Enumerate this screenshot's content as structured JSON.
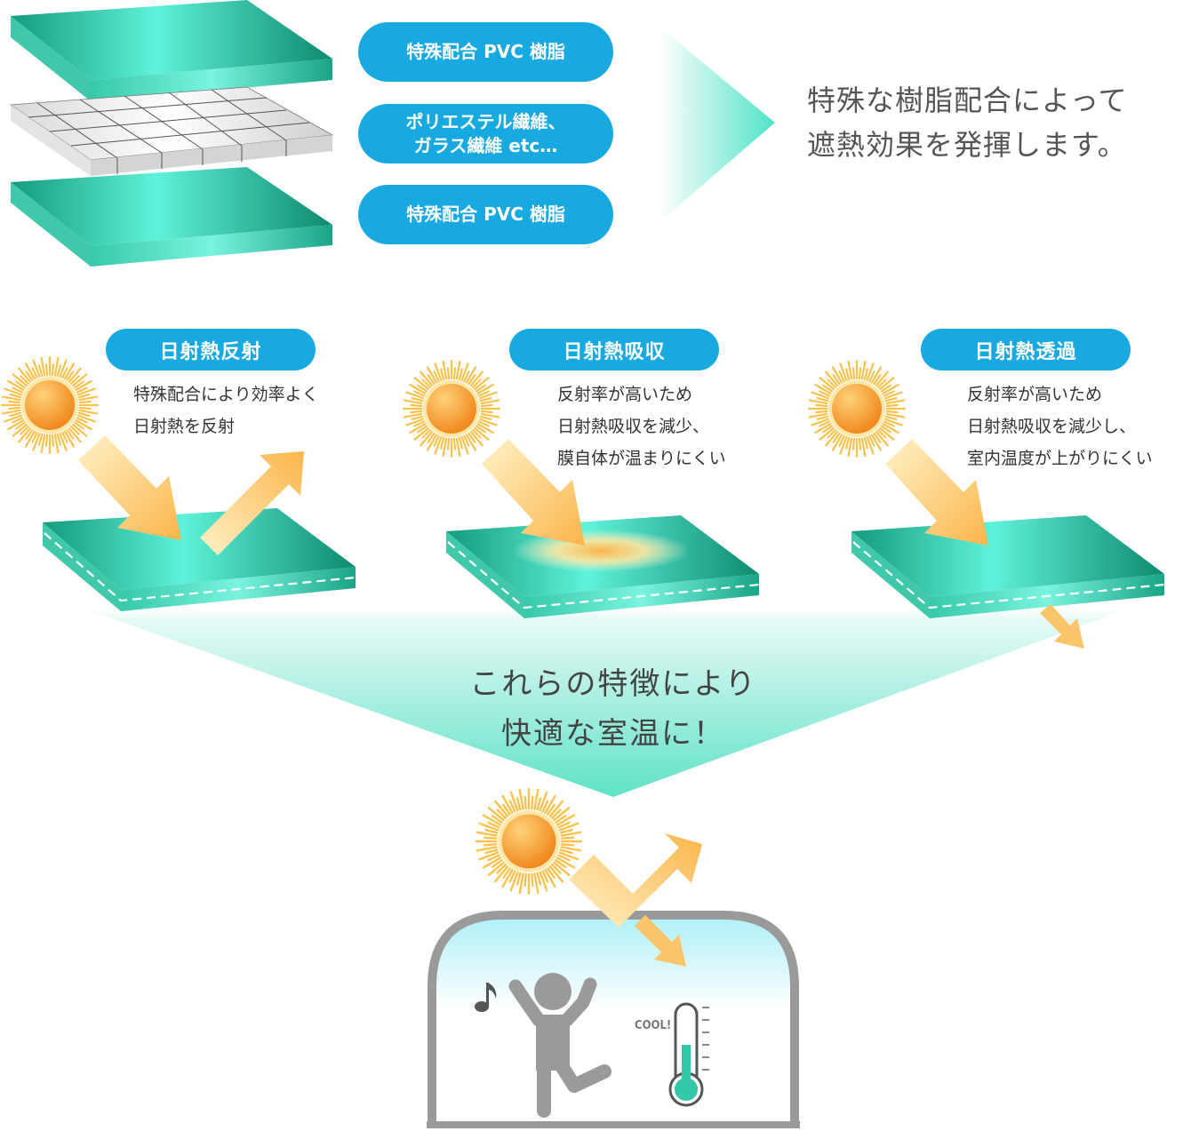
{
  "layers": {
    "top_label": "特殊配合 PVC 樹脂",
    "middle_label": "ポリエステル繊維、\nガラス繊維 etc…",
    "bottom_label": "特殊配合 PVC 樹脂"
  },
  "headline": "特殊な樹脂配合によって\n遮熱効果を発揮します。",
  "features": [
    {
      "title": "日射熱反射",
      "description": "特殊配合により効率よく\n日射熱を反射"
    },
    {
      "title": "日射熱吸収",
      "description": "反射率が高いため\n日射熱吸収を減少、\n膜自体が温まりにくい"
    },
    {
      "title": "日射熱透過",
      "description": "反射率が高いため\n日射熱吸収を減少し、\n室内温度が上がりにくい"
    }
  ],
  "conclusion": "これらの特徴により\n快適な室温に！",
  "thermometer_label": "COOL!",
  "colors": {
    "accent_blue": "#19a9e1",
    "sheet_green": "#14a383",
    "sheet_light": "#5ff2da",
    "arrow_orange": "#fbb54a",
    "frame_gray": "#999999"
  },
  "icons": [
    "sun-icon",
    "music-note-icon",
    "person-icon",
    "thermometer-icon"
  ]
}
